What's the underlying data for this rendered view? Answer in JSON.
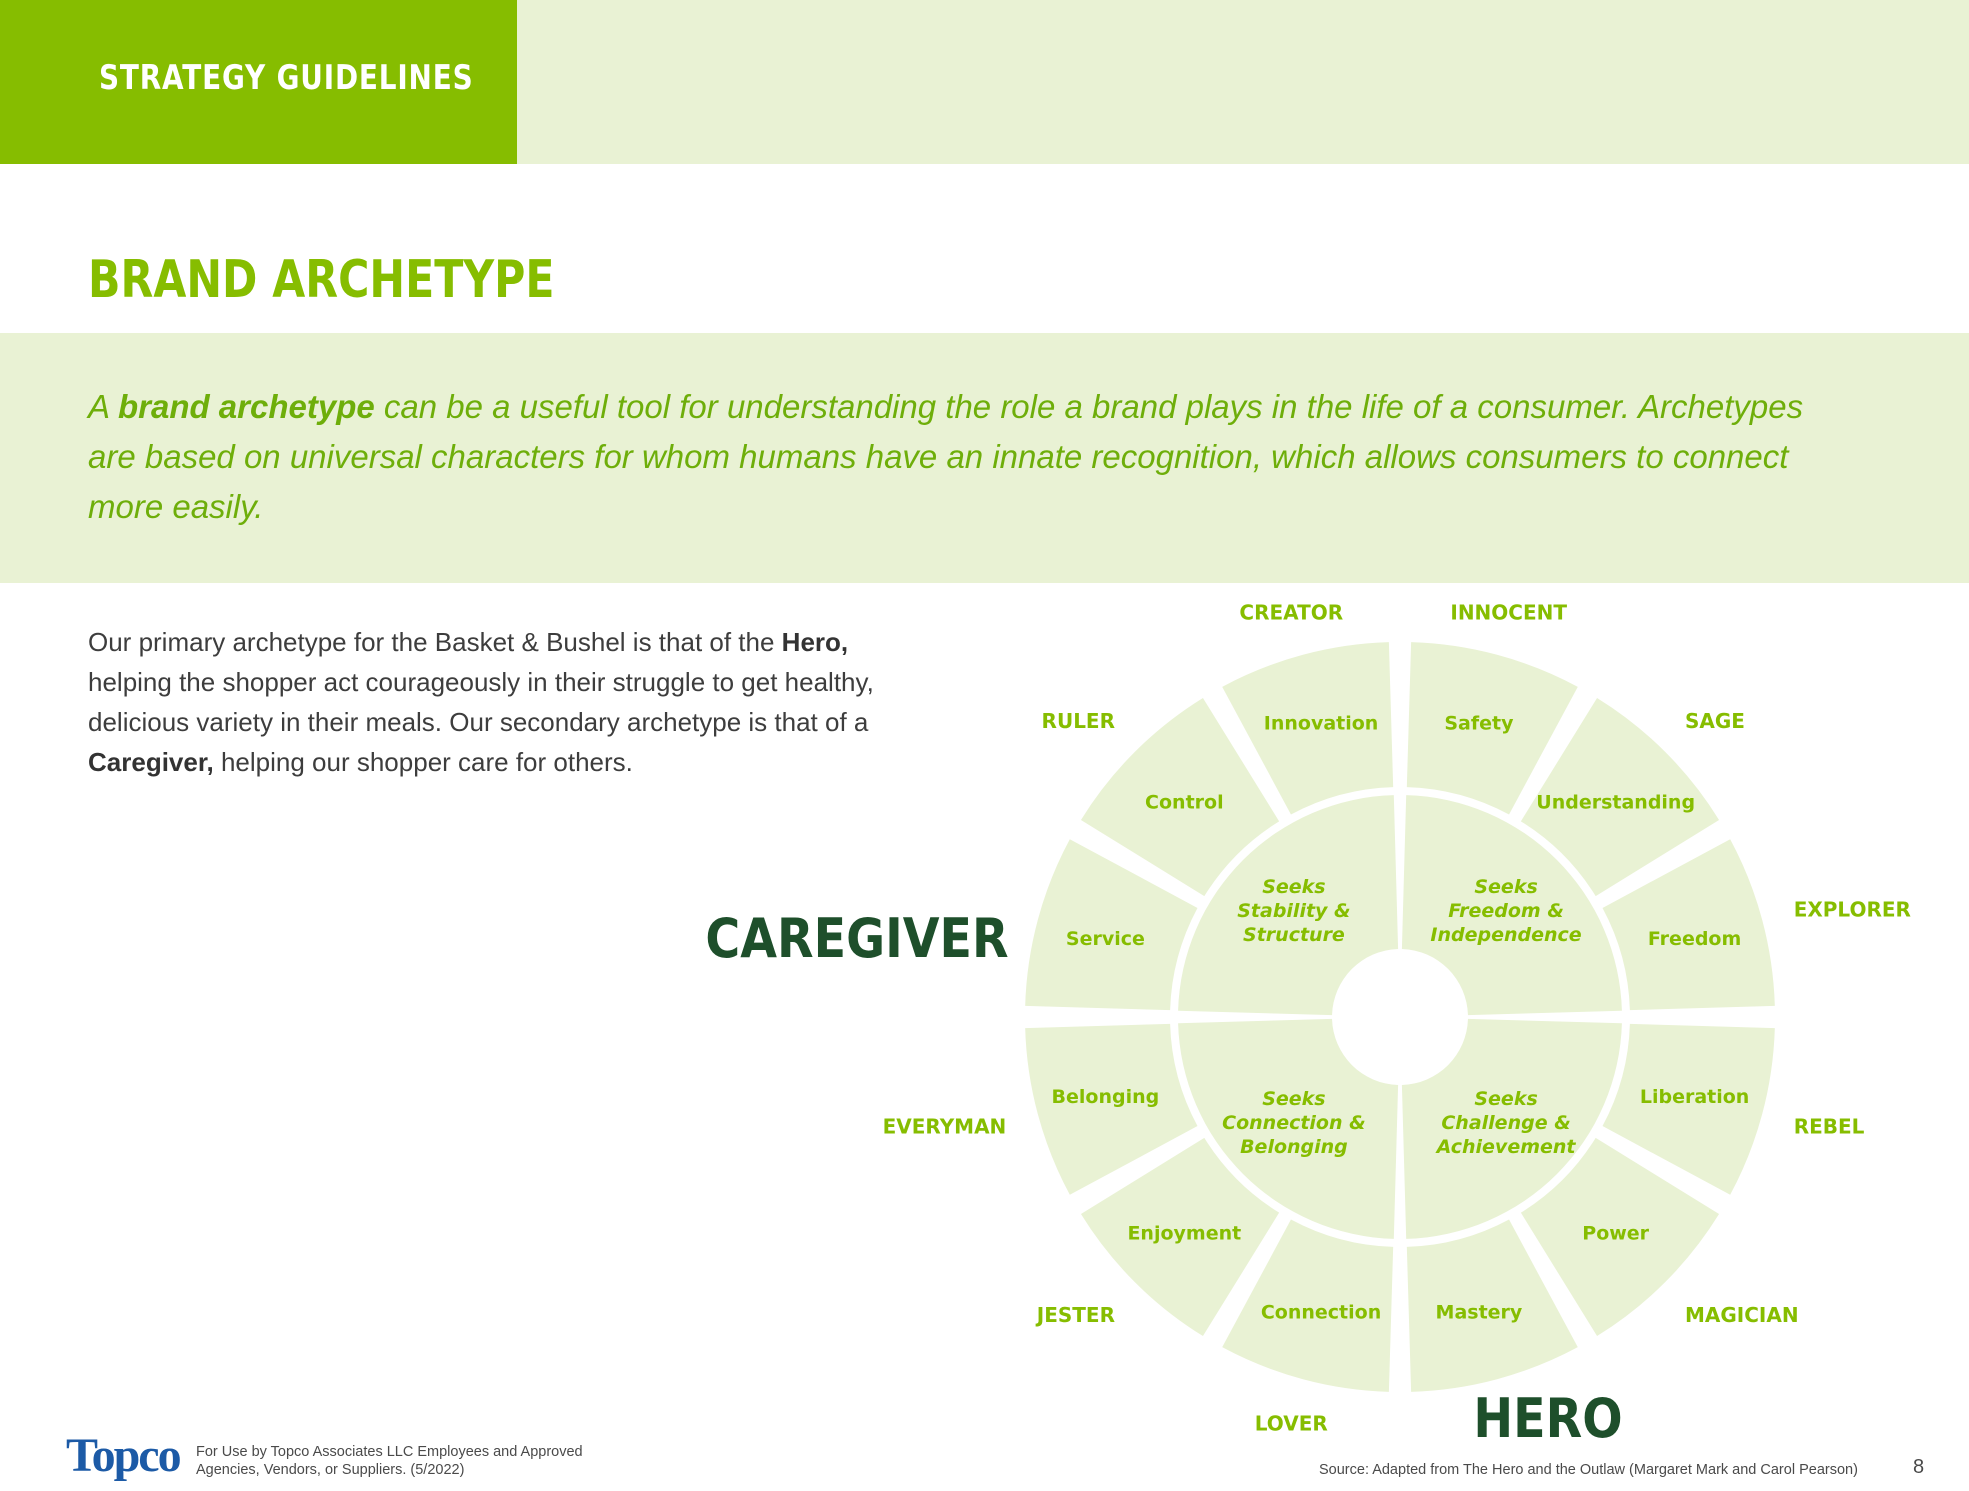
{
  "header": {
    "section_title": "STRATEGY GUIDELINES"
  },
  "page": {
    "title": "BRAND ARCHETYPE"
  },
  "intro": {
    "part1": "A ",
    "bold": "brand archetype",
    "part2": " can be a useful tool for understanding the role a brand plays in the life of a consumer. Archetypes are based on universal characters for whom humans have an innate recognition, which allows consumers to connect more easily."
  },
  "body": {
    "t1": "Our primary archetype for the Basket & Bushel is that of the ",
    "b1": "Hero,",
    "t2": " helping the shopper act courageously in their struggle to get healthy, delicious variety in their meals. Our secondary archetype is that of a ",
    "b2": "Caregiver,",
    "t3": " helping our shopper care for others."
  },
  "wheel": {
    "primary": "HERO",
    "secondary": "CAREGIVER",
    "archetypes": [
      "INNOCENT",
      "SAGE",
      "EXPLORER",
      "REBEL",
      "MAGICIAN",
      "HERO",
      "LOVER",
      "JESTER",
      "EVERYMAN",
      "CAREGIVER",
      "RULER",
      "CREATOR"
    ],
    "archetype_labels": [
      "INNOCENT",
      "SAGE",
      "EXPLORER",
      "REBEL",
      "MAGICIAN",
      "LOVER",
      "JESTER",
      "EVERYMAN",
      "RULER",
      "CREATOR"
    ],
    "traits": [
      "Safety",
      "Understanding",
      "Freedom",
      "Liberation",
      "Power",
      "Mastery",
      "Connection",
      "Enjoyment",
      "Belonging",
      "Service",
      "Control",
      "Innovation"
    ],
    "quadrants": [
      [
        "Seeks",
        "Freedom &",
        "Independence"
      ],
      [
        "Seeks",
        "Challenge &",
        "Achievement"
      ],
      [
        "Seeks",
        "Connection &",
        "Belonging"
      ],
      [
        "Seeks",
        "Stability &",
        "Structure"
      ]
    ]
  },
  "footer": {
    "logo": "Topco",
    "note": "For Use by Topco Associates LLC Employees and Approved Agencies, Vendors, or Suppliers. (5/2022)",
    "source": "Source: Adapted from The Hero and the Outlaw (Margaret Mark and Carol Pearson)",
    "page_number": "8"
  },
  "colors": {
    "accent": "#86bd00",
    "tint": "#e9f2d4",
    "dark_green": "#1e4f2b",
    "logo_blue": "#1c5aa6"
  }
}
